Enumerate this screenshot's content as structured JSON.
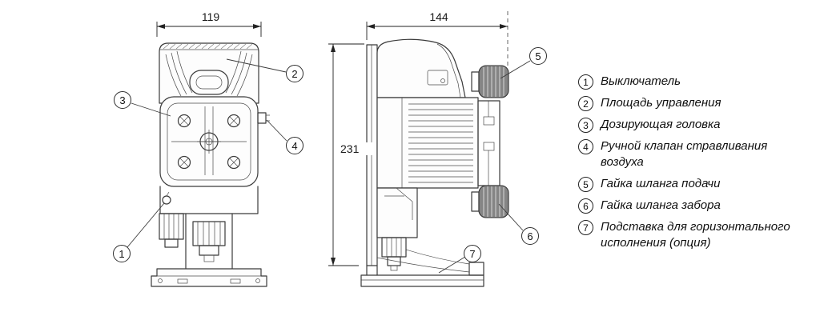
{
  "diagram": {
    "dimensions": {
      "front_width": "119",
      "side_depth": "144",
      "height": "231"
    }
  },
  "legend": {
    "items": [
      {
        "number": "1",
        "label": "Выключатель"
      },
      {
        "number": "2",
        "label": "Площадь управления"
      },
      {
        "number": "3",
        "label": "Дозирующая головка"
      },
      {
        "number": "4",
        "label": "Ручной клапан стравливания воздуха"
      },
      {
        "number": "5",
        "label": "Гайка шланга подачи"
      },
      {
        "number": "6",
        "label": "Гайка шланга забора"
      },
      {
        "number": "7",
        "label": "Подставка для горизонтального исполнения (опция)"
      }
    ]
  }
}
